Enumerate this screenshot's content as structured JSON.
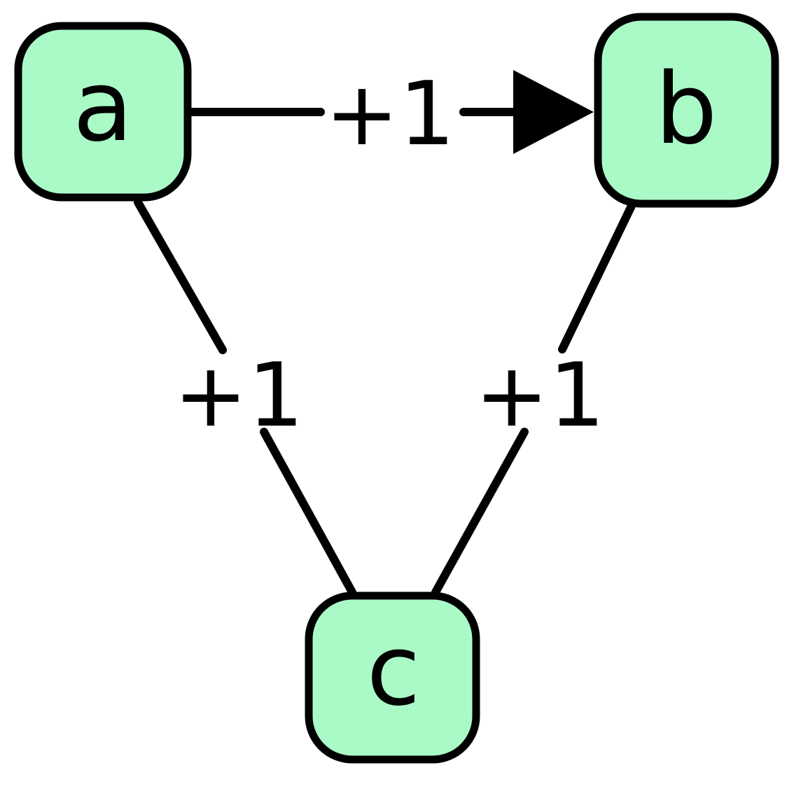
{
  "diagram": {
    "type": "graph",
    "nodes": [
      {
        "id": "a",
        "label": "a"
      },
      {
        "id": "b",
        "label": "b"
      },
      {
        "id": "c",
        "label": "c"
      }
    ],
    "edges": [
      {
        "from": "a",
        "to": "b",
        "label": "+1",
        "directed": true,
        "arrowhead": "filled-triangle"
      },
      {
        "from": "a",
        "to": "c",
        "label": "+1",
        "directed": false,
        "arrowhead": "none"
      },
      {
        "from": "b",
        "to": "c",
        "label": "+1",
        "directed": false,
        "arrowhead": "none"
      }
    ]
  },
  "colors": {
    "node_fill": "#aafac8",
    "node_border": "#000000",
    "edge_stroke": "#000000",
    "label_color": "#000000",
    "background": "#ffffff"
  }
}
